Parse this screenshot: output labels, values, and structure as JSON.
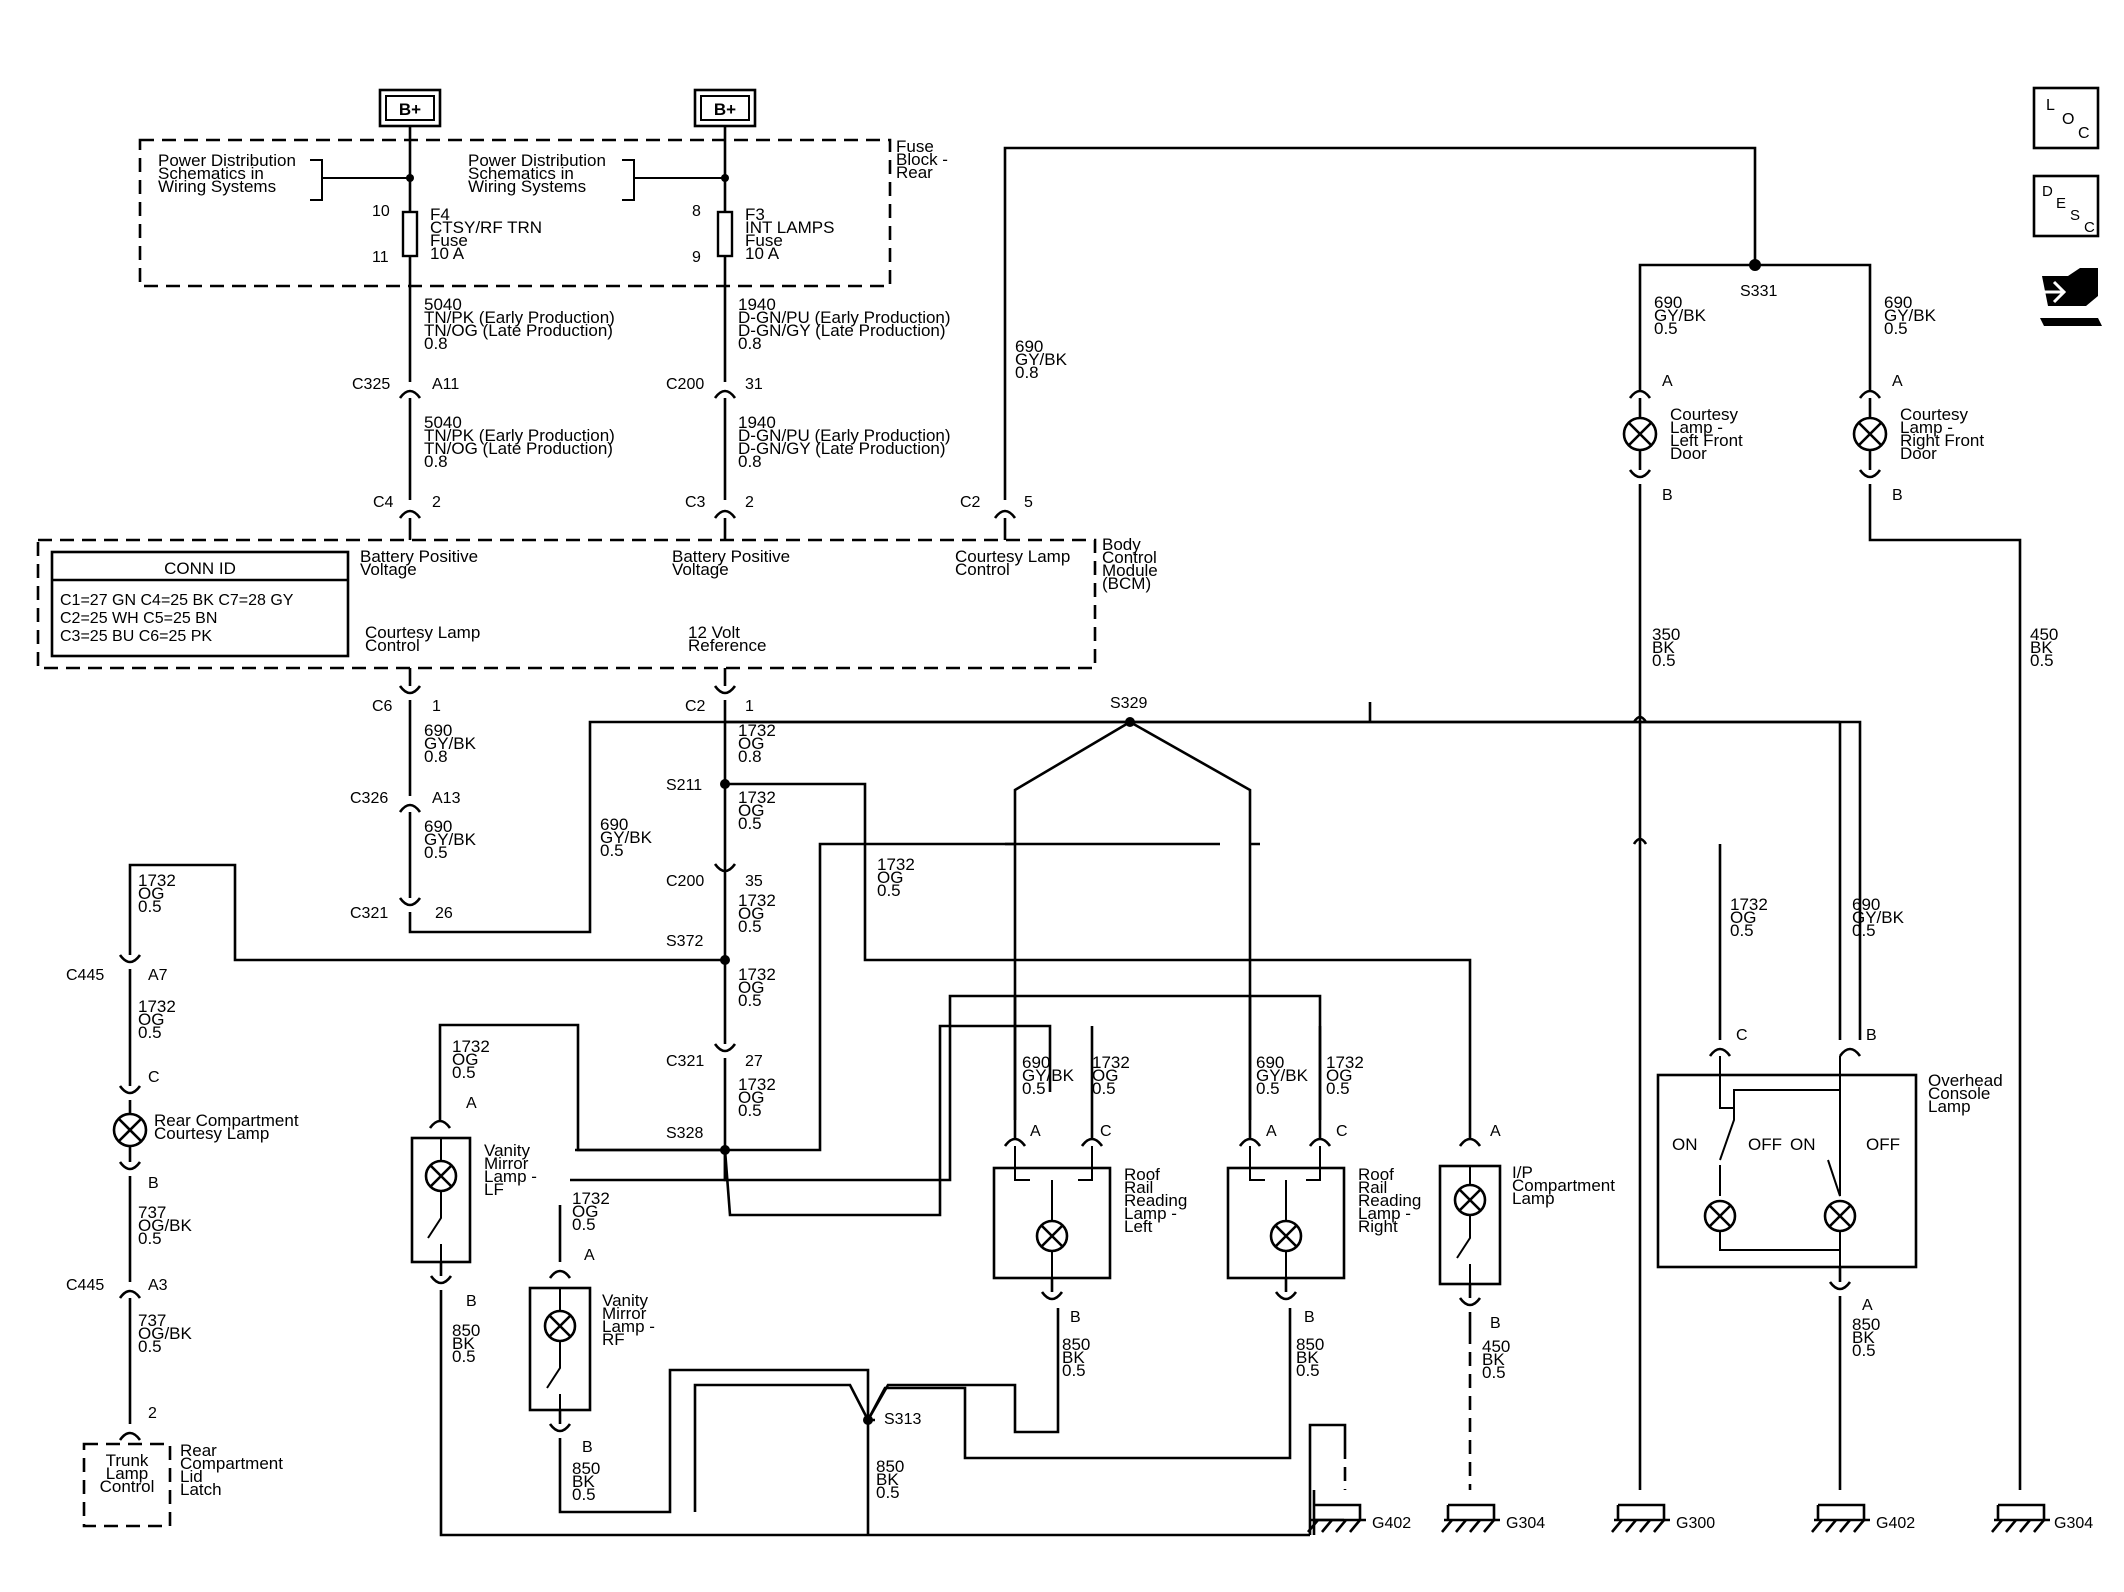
{
  "power_sources": {
    "left": "B+",
    "right": "B+"
  },
  "fuse_block": {
    "title": "Fuse\nBlock -\nRear",
    "left_ref": "Power Distribution\nSchematics in\nWiring Systems",
    "right_ref": "Power Distribution\nSchematics in\nWiring Systems",
    "f4": {
      "pin_top": "10",
      "pin_bottom": "11",
      "label": "F4\nCTSY/RF TRN\nFuse\n10 A"
    },
    "f3": {
      "pin_top": "8",
      "pin_bottom": "9",
      "label": "F3\nINT LAMPS\nFuse\n10 A"
    }
  },
  "wires": {
    "w5040_a": "5040\nTN/PK (Early Production)\nTN/OG (Late Production)\n0.8",
    "w5040_b": "5040\nTN/PK (Early Production)\nTN/OG (Late Production)\n0.8",
    "w1940_a": "1940\nD-GN/PU (Early Production)\nD-GN/GY (Late Production)\n0.8",
    "w1940_b": "1940\nD-GN/PU (Early Production)\nD-GN/GY (Late Production)\n0.8",
    "w690_bcm": "690\nGY/BK\n0.8",
    "w690_s331_left": "690\nGY/BK\n0.5",
    "w690_s331_right": "690\nGY/BK\n0.5",
    "w350": "350\nBK\n0.5",
    "w450_right": "450\nBK\n0.5",
    "w690_c6": "690\nGY/BK\n0.8",
    "w690_c326": "690\nGY/BK\n0.5",
    "w690_mid": "690\nGY/BK\n0.5",
    "w1732_c2": "1732\nOG\n0.8",
    "w1732_s211": "1732\nOG\n0.5",
    "w1732_s211_right": "1732\nOG\n0.5",
    "w1732_c200": "1732\nOG\n0.5",
    "w1732_s372": "1732\nOG\n0.5",
    "w1732_c321": "1732\nOG\n0.5",
    "w1732_top_left": "1732\nOG\n0.5",
    "w1732_c445": "1732\nOG\n0.5",
    "w737_a": "737\nOG/BK\n0.5",
    "w737_b": "737\nOG/BK\n0.5",
    "w1732_vanity_lf": "1732\nOG\n0.5",
    "w1732_vanity_rf": "1732\nOG\n0.5",
    "w850_lf": "850\nBK\n0.5",
    "w850_rf": "850\nBK\n0.5",
    "w850_s313": "850\nBK\n0.5",
    "w690_roof_l": "690\nGY/BK\n0.5",
    "w1732_roof_l": "1732\nOG\n0.5",
    "w690_roof_r": "690\nGY/BK\n0.5",
    "w1732_roof_r": "1732\nOG\n0.5",
    "w850_roof_l": "850\nBK\n0.5",
    "w850_roof_r": "850\nBK\n0.5",
    "w450_ip": "450\nBK\n0.5",
    "w1732_console": "1732\nOG\n0.5",
    "w690_console": "690\nGY/BK\n0.5",
    "w850_console": "850\nBK\n0.5"
  },
  "connectors": {
    "c325": "C325",
    "c325_pin": "A11",
    "c200_top": "C200",
    "c200_top_pin": "31",
    "c4": "C4",
    "c4_pin": "2",
    "c3": "C3",
    "c3_pin": "2",
    "c2_top": "C2",
    "c2_top_pin": "5",
    "c6": "C6",
    "c6_pin": "1",
    "c2_bot": "C2",
    "c2_bot_pin": "1",
    "c326": "C326",
    "c326_pin": "A13",
    "c321_left": "C321",
    "c321_left_pin": "26",
    "c200_bot": "C200",
    "c200_bot_pin": "35",
    "c321_mid": "C321",
    "c321_mid_pin": "27",
    "c445_a7": "C445",
    "c445_a7_pin": "A7",
    "c445_a3": "C445",
    "c445_a3_pin": "A3",
    "trunk_pin": "2"
  },
  "splices": {
    "s331": "S331",
    "s329": "S329",
    "s211": "S211",
    "s372": "S372",
    "s328": "S328",
    "s313": "S313"
  },
  "bcm": {
    "title": "Body\nControl\nModule\n(BCM)",
    "conn_id_title": "CONN ID",
    "conn_id_rows": [
      "C1=27 GN  C4=25 BK  C7=28 GY",
      "C2=25 WH  C5=25 BN",
      "C3=25 BU  C6=25 PK"
    ],
    "bat_pos_1": "Battery Positive\nVoltage",
    "bat_pos_2": "Battery Positive\nVoltage",
    "courtesy_ctrl_top": "Courtesy Lamp\nControl",
    "courtesy_ctrl_bot": "Courtesy Lamp\nControl",
    "ref_12v": "12 Volt\nReference"
  },
  "components": {
    "courtesy_lf": "Courtesy\nLamp -\nLeft Front\nDoor",
    "courtesy_rf": "Courtesy\nLamp -\nRight Front\nDoor",
    "rear_courtesy": "Rear Compartment\nCourtesy Lamp",
    "trunk_ctrl": "Trunk\nLamp\nControl",
    "trunk_latch": "Rear\nCompartment\nLid\nLatch",
    "vanity_lf": "Vanity\nMirror\nLamp -\nLF",
    "vanity_rf": "Vanity\nMirror\nLamp -\nRF",
    "roof_left": "Roof\nRail\nReading\nLamp -\nLeft",
    "roof_right": "Roof\nRail\nReading\nLamp -\nRight",
    "ip_comp": "I/P\nCompartment\nLamp",
    "console": "Overhead\nConsole\nLamp",
    "on_1": "ON",
    "off_1": "OFF",
    "on_2": "ON",
    "off_2": "OFF"
  },
  "pins": {
    "a": "A",
    "b": "B",
    "c": "C"
  },
  "grounds": [
    "G402",
    "G304",
    "G300",
    "G402",
    "G304"
  ],
  "icons": {
    "loc": [
      "L",
      "O",
      "C"
    ],
    "desc": [
      "D",
      "E",
      "S",
      "C"
    ]
  }
}
